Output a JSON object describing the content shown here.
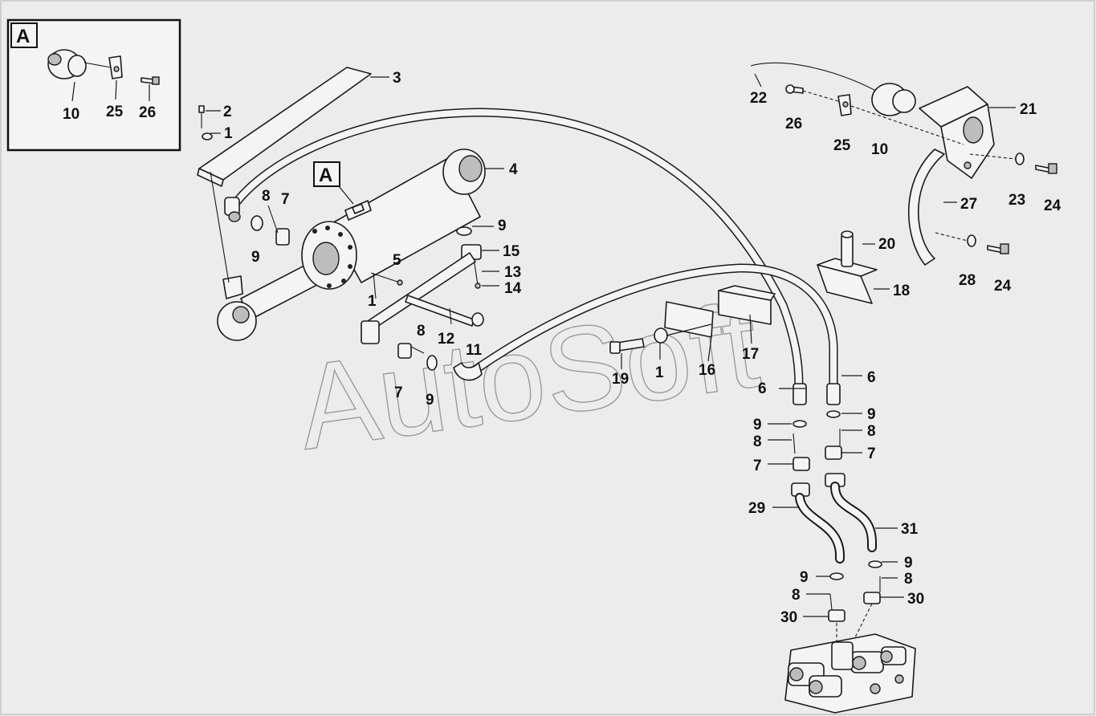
{
  "watermark": "AutoSoft",
  "inset_title": "A",
  "cylinder_callout": "A",
  "inset_labels": [
    {
      "id": "inset-10",
      "text": "10"
    },
    {
      "id": "inset-25",
      "text": "25"
    },
    {
      "id": "inset-26",
      "text": "26"
    }
  ],
  "labels": [
    {
      "id": "p2",
      "text": "2"
    },
    {
      "id": "p1a",
      "text": "1"
    },
    {
      "id": "p3",
      "text": "3"
    },
    {
      "id": "p4",
      "text": "4"
    },
    {
      "id": "p8a",
      "text": "8"
    },
    {
      "id": "p7a",
      "text": "7"
    },
    {
      "id": "p9a",
      "text": "9"
    },
    {
      "id": "p9b",
      "text": "9"
    },
    {
      "id": "p15",
      "text": "15"
    },
    {
      "id": "p13",
      "text": "13"
    },
    {
      "id": "p14",
      "text": "14"
    },
    {
      "id": "p5",
      "text": "5"
    },
    {
      "id": "p1b",
      "text": "1"
    },
    {
      "id": "p8b",
      "text": "8"
    },
    {
      "id": "p12",
      "text": "12"
    },
    {
      "id": "p11",
      "text": "11"
    },
    {
      "id": "p7b",
      "text": "7"
    },
    {
      "id": "p9c",
      "text": "9"
    },
    {
      "id": "p19",
      "text": "19"
    },
    {
      "id": "p1c",
      "text": "1"
    },
    {
      "id": "p16",
      "text": "16"
    },
    {
      "id": "p17",
      "text": "17"
    },
    {
      "id": "p20",
      "text": "20"
    },
    {
      "id": "p18",
      "text": "18"
    },
    {
      "id": "p22",
      "text": "22"
    },
    {
      "id": "p26",
      "text": "26"
    },
    {
      "id": "p25",
      "text": "25"
    },
    {
      "id": "p10",
      "text": "10"
    },
    {
      "id": "p21",
      "text": "21"
    },
    {
      "id": "p23",
      "text": "23"
    },
    {
      "id": "p24a",
      "text": "24"
    },
    {
      "id": "p27",
      "text": "27"
    },
    {
      "id": "p28",
      "text": "28"
    },
    {
      "id": "p24b",
      "text": "24"
    },
    {
      "id": "p6a",
      "text": "6"
    },
    {
      "id": "p6b",
      "text": "6"
    },
    {
      "id": "p9d",
      "text": "9"
    },
    {
      "id": "p9e",
      "text": "9"
    },
    {
      "id": "p8c",
      "text": "8"
    },
    {
      "id": "p8d",
      "text": "8"
    },
    {
      "id": "p7c",
      "text": "7"
    },
    {
      "id": "p7d",
      "text": "7"
    },
    {
      "id": "p29",
      "text": "29"
    },
    {
      "id": "p31",
      "text": "31"
    },
    {
      "id": "p9f",
      "text": "9"
    },
    {
      "id": "p9g",
      "text": "9"
    },
    {
      "id": "p8e",
      "text": "8"
    },
    {
      "id": "p8f",
      "text": "8"
    },
    {
      "id": "p30a",
      "text": "30"
    },
    {
      "id": "p30b",
      "text": "30"
    }
  ]
}
